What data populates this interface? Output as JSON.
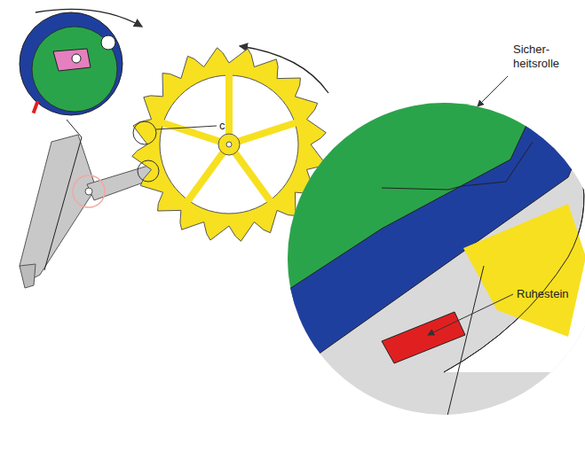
{
  "diagram": {
    "labels": [
      "c",
      "Sicher- heitsrolle",
      "Ruhestein"
    ]
  }
}
